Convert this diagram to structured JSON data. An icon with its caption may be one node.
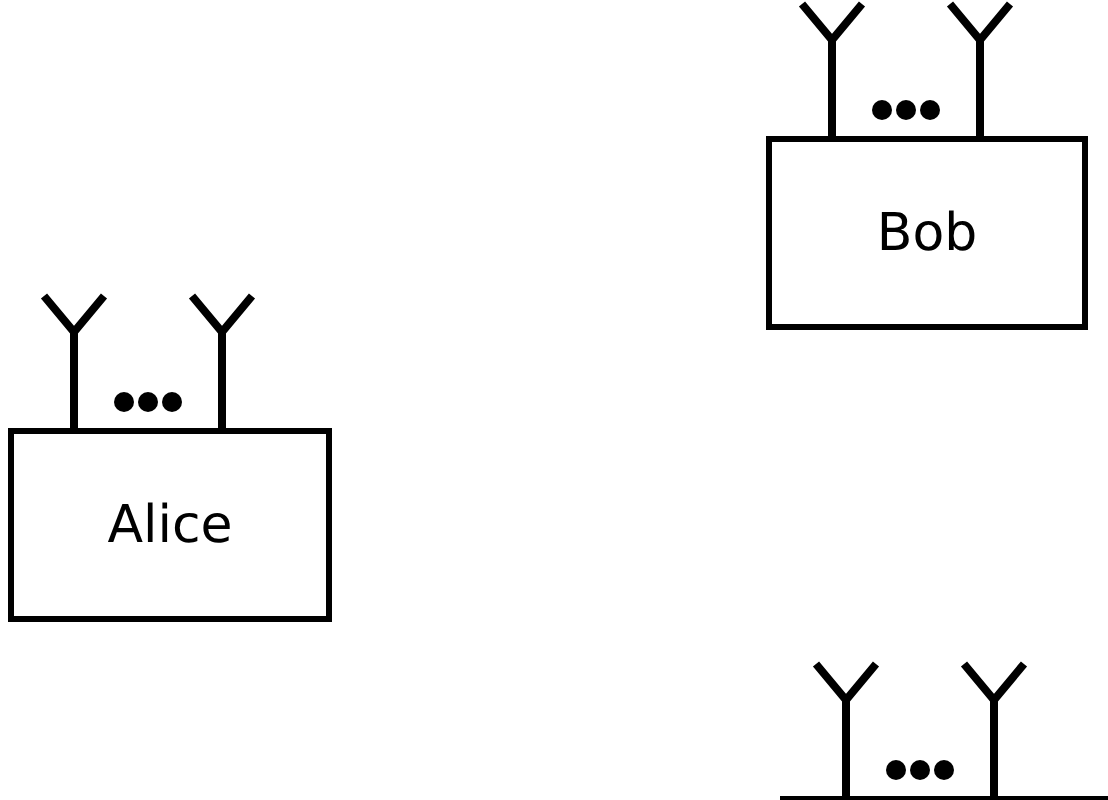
{
  "diagram": {
    "nodes": [
      {
        "text": [
          "Bob"
        ]
      },
      {
        "text": [
          "Alice"
        ]
      },
      {
        "text": [],
        "shape": "box"
      }
    ]
  }
}
